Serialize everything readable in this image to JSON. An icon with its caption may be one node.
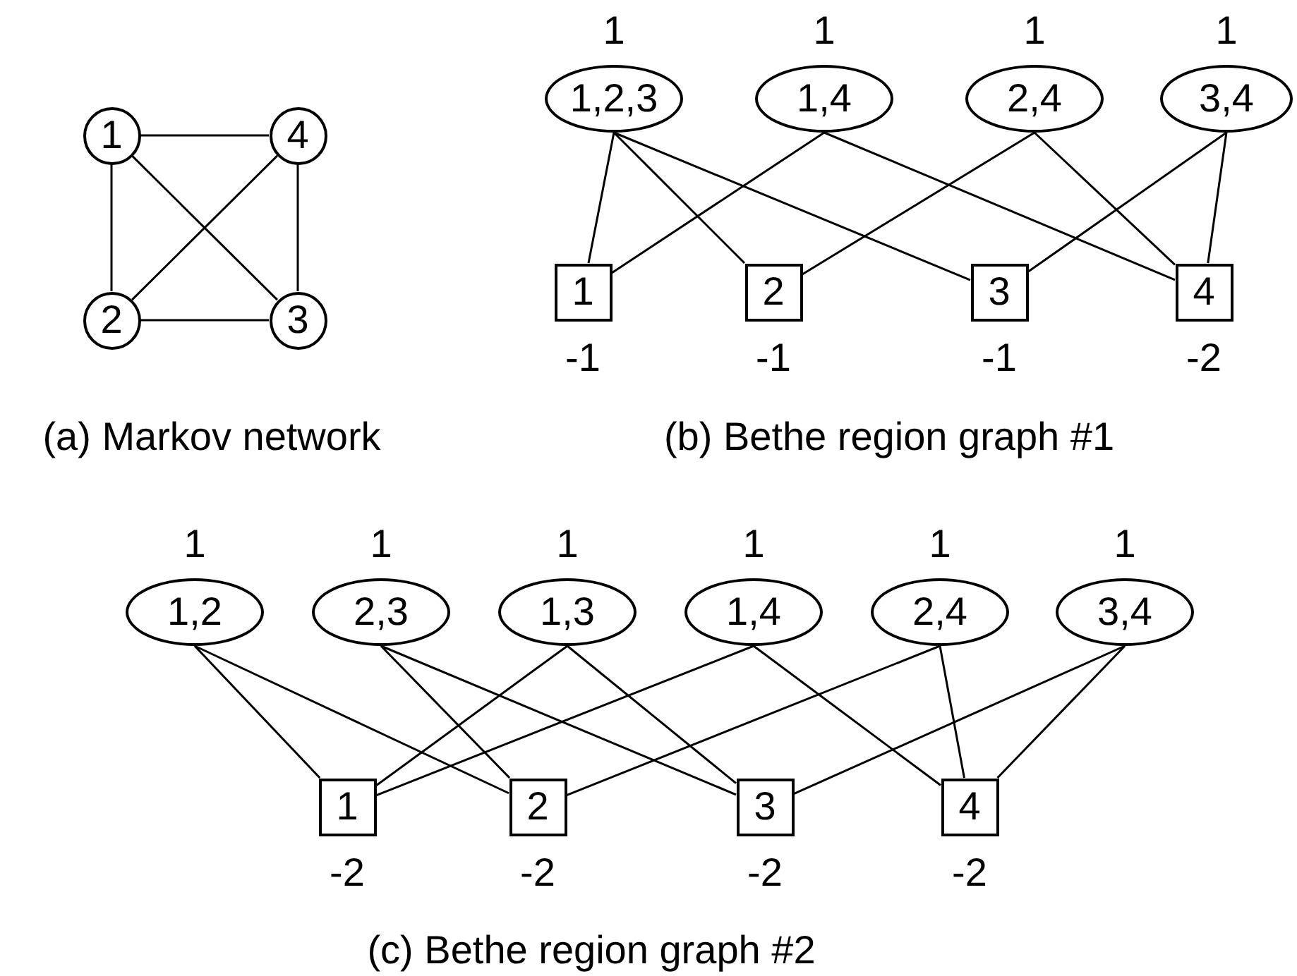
{
  "diagram": {
    "nodes": [
      {
        "text": [
          "1"
        ]
      },
      {
        "text": [
          "4"
        ]
      },
      {
        "text": [
          "2"
        ]
      },
      {
        "text": [
          "3"
        ]
      },
      {
        "text": [
          "1,2,3"
        ],
        "beside": [
          "1"
        ]
      },
      {
        "text": [
          "1,4"
        ],
        "beside": [
          "1"
        ]
      },
      {
        "text": [
          "2,4"
        ],
        "beside": [
          "1"
        ]
      },
      {
        "text": [
          "3,4"
        ],
        "beside": [
          "1"
        ]
      },
      {
        "text": [
          "1"
        ],
        "beside": [
          "-1"
        ]
      },
      {
        "text": [
          "2"
        ],
        "beside": [
          "-1"
        ]
      },
      {
        "text": [
          "3"
        ],
        "beside": [
          "-1"
        ]
      },
      {
        "text": [
          "4"
        ],
        "beside": [
          "-2"
        ]
      },
      {
        "text": [
          "1,2"
        ],
        "beside": [
          "1"
        ]
      },
      {
        "text": [
          "2,3"
        ],
        "beside": [
          "1"
        ]
      },
      {
        "text": [
          "1,3"
        ],
        "beside": [
          "1"
        ]
      },
      {
        "text": [
          "1,4"
        ],
        "beside": [
          "1"
        ]
      },
      {
        "text": [
          "2,4"
        ],
        "beside": [
          "1"
        ]
      },
      {
        "text": [
          "3,4"
        ],
        "beside": [
          "1"
        ]
      },
      {
        "text": [
          "1"
        ],
        "beside": [
          "-2"
        ]
      },
      {
        "text": [
          "2"
        ],
        "beside": [
          "-2"
        ]
      },
      {
        "text": [
          "3"
        ],
        "beside": [
          "-2"
        ]
      },
      {
        "text": [
          "4"
        ],
        "beside": [
          "-2"
        ]
      }
    ],
    "edges": [
      {
        "from": 0,
        "to": 1,
        "arrow": "none"
      },
      {
        "from": 0,
        "to": 2,
        "arrow": "none"
      },
      {
        "from": 0,
        "to": 3,
        "arrow": "none"
      },
      {
        "from": 1,
        "to": 2,
        "arrow": "none"
      },
      {
        "from": 1,
        "to": 3,
        "arrow": "none"
      },
      {
        "from": 2,
        "to": 3,
        "arrow": "none"
      },
      {
        "from": 4,
        "to": 8,
        "arrow": "none"
      },
      {
        "from": 4,
        "to": 9,
        "arrow": "none"
      },
      {
        "from": 4,
        "to": 10,
        "arrow": "none"
      },
      {
        "from": 5,
        "to": 8,
        "arrow": "none"
      },
      {
        "from": 5,
        "to": 11,
        "arrow": "none"
      },
      {
        "from": 6,
        "to": 9,
        "arrow": "none"
      },
      {
        "from": 6,
        "to": 11,
        "arrow": "none"
      },
      {
        "from": 7,
        "to": 10,
        "arrow": "none"
      },
      {
        "from": 7,
        "to": 11,
        "arrow": "none"
      },
      {
        "from": 12,
        "to": 18,
        "arrow": "none"
      },
      {
        "from": 12,
        "to": 19,
        "arrow": "none"
      },
      {
        "from": 13,
        "to": 19,
        "arrow": "none"
      },
      {
        "from": 13,
        "to": 20,
        "arrow": "none"
      },
      {
        "from": 14,
        "to": 18,
        "arrow": "none"
      },
      {
        "from": 14,
        "to": 20,
        "arrow": "none"
      },
      {
        "from": 15,
        "to": 18,
        "arrow": "none"
      },
      {
        "from": 15,
        "to": 21,
        "arrow": "none"
      },
      {
        "from": 16,
        "to": 19,
        "arrow": "none"
      },
      {
        "from": 16,
        "to": 21,
        "arrow": "none"
      },
      {
        "from": 17,
        "to": 20,
        "arrow": "none"
      },
      {
        "from": 17,
        "to": 21,
        "arrow": "none"
      }
    ],
    "labels": [
      "(a) Markov network",
      "(b) Bethe region graph #1",
      "(c) Bethe region graph #2"
    ]
  }
}
